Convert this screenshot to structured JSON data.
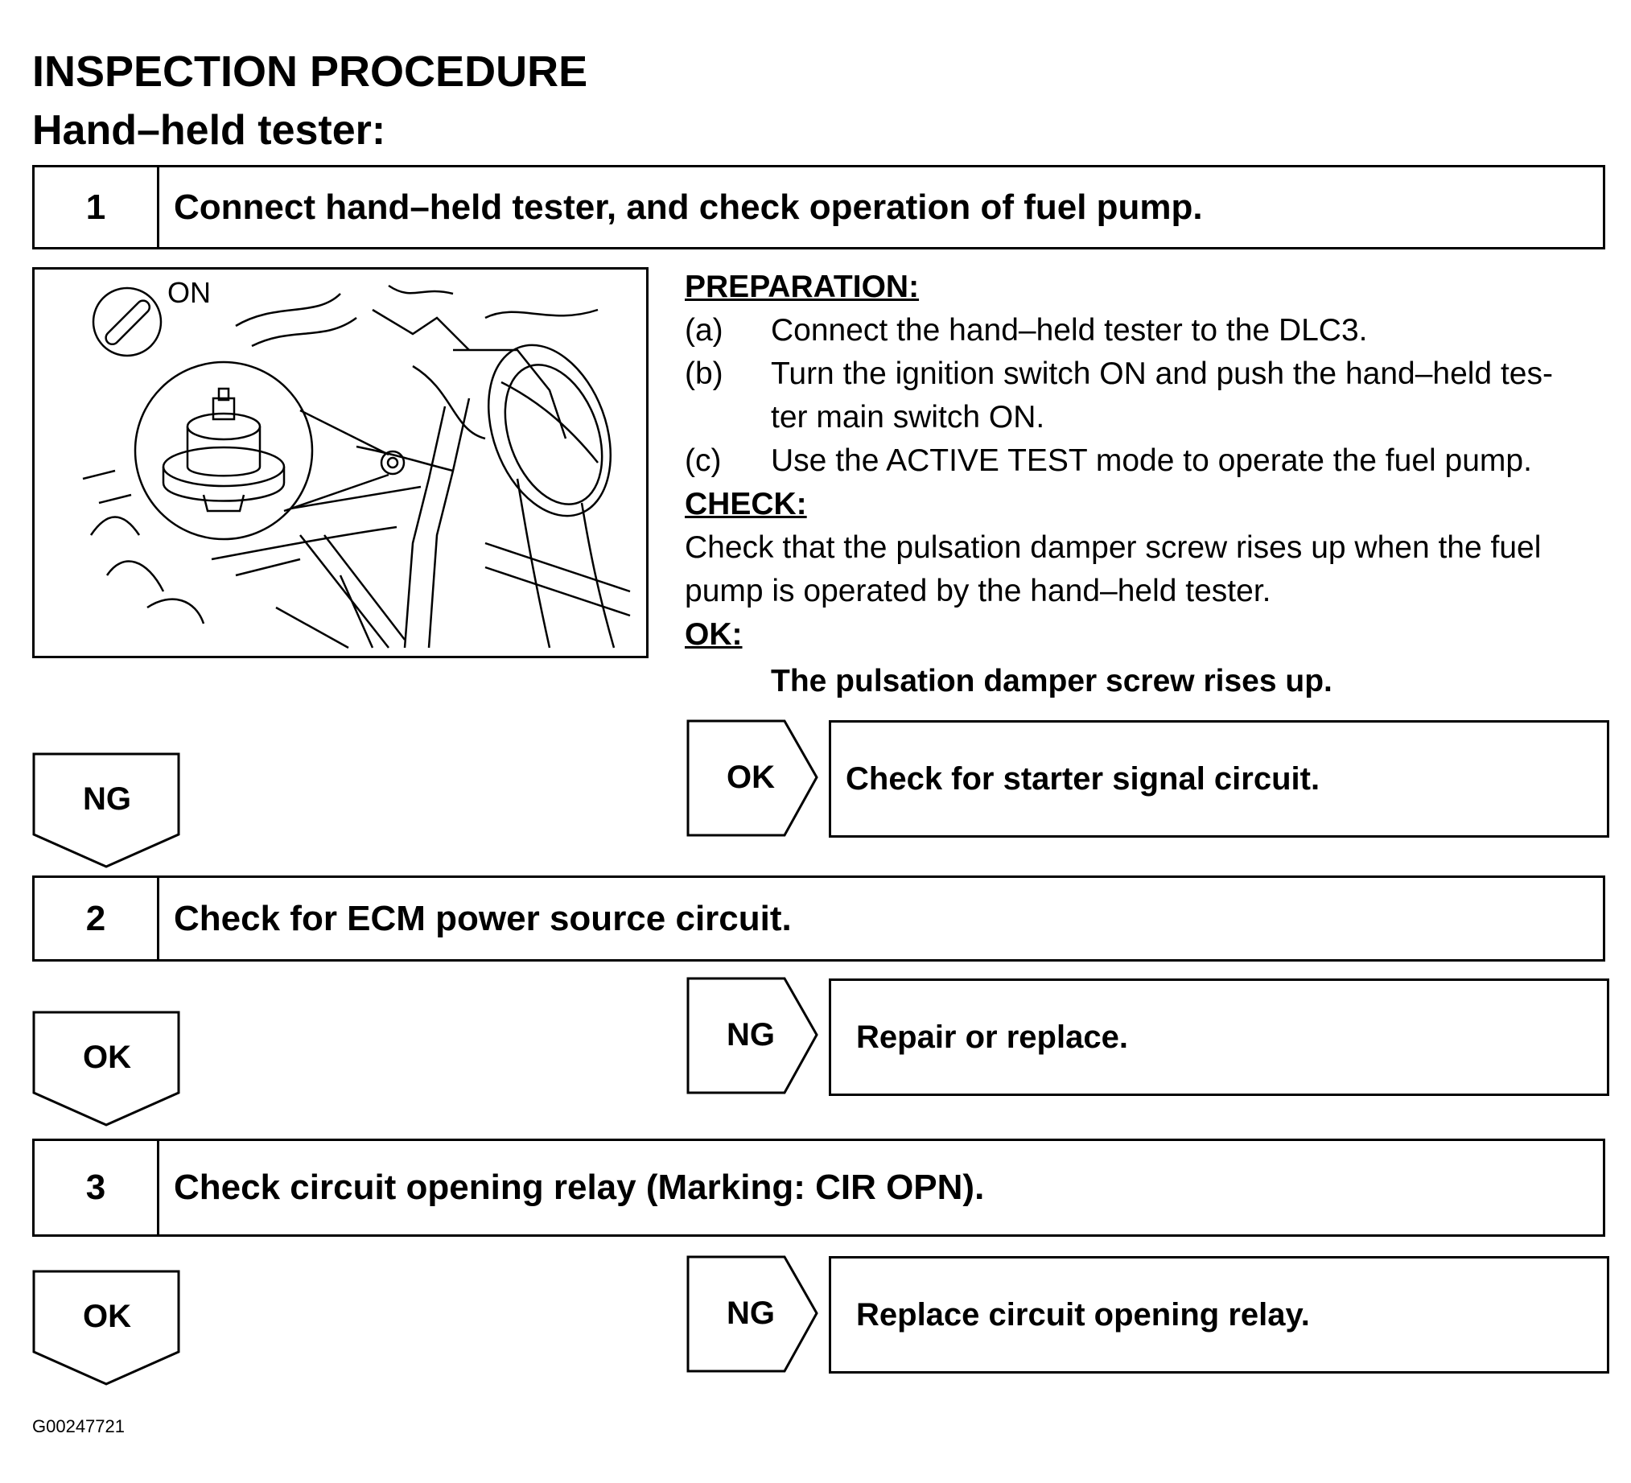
{
  "heading": "INSPECTION PROCEDURE",
  "subheading": "Hand–held tester:",
  "steps": [
    {
      "num": "1",
      "text": "Connect hand–held tester, and check operation of fuel pump."
    },
    {
      "num": "2",
      "text": "Check for ECM power source circuit."
    },
    {
      "num": "3",
      "text": "Check circuit opening relay (Marking: CIR OPN)."
    }
  ],
  "illustration": {
    "switch_label": "ON",
    "icon": "ignition-key-icon"
  },
  "preparation": {
    "title": "PREPARATION:",
    "items": [
      {
        "label": "(a)",
        "text": "Connect the hand–held tester to the DLC3."
      },
      {
        "label": "(b)",
        "text": "Turn the ignition switch ON and push the hand–held tes-",
        "text2": "ter main switch ON."
      },
      {
        "label": "(c)",
        "text": "Use the ACTIVE TEST mode to operate the fuel pump."
      }
    ]
  },
  "check": {
    "title": "CHECK:",
    "line1": "Check that the pulsation damper screw rises up when the fuel",
    "line2": "pump is operated by the hand–held tester."
  },
  "ok": {
    "title": "OK:",
    "result": "The pulsation damper screw rises up."
  },
  "branches": [
    {
      "tag": "OK",
      "result": "Check for starter signal circuit.",
      "down": "NG"
    },
    {
      "tag": "NG",
      "result": "Repair or replace.",
      "down": "OK"
    },
    {
      "tag": "NG",
      "result": "Replace circuit opening relay.",
      "down": "OK"
    }
  ],
  "figure_code": "G00247721"
}
